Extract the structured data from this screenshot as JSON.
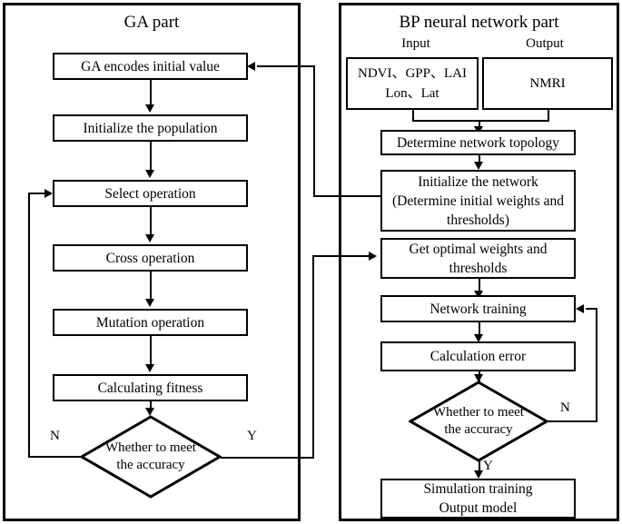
{
  "diagram": {
    "title": "GA-BP neural network flowchart",
    "panels": [
      {
        "id": "ga",
        "title": "GA part",
        "nodes": [
          {
            "id": "ga-encode",
            "label": "GA encodes initial value",
            "shape": "process"
          },
          {
            "id": "init-pop",
            "label": "Initialize the population",
            "shape": "process"
          },
          {
            "id": "select-op",
            "label": "Select operation",
            "shape": "process"
          },
          {
            "id": "cross-op",
            "label": "Cross operation",
            "shape": "process"
          },
          {
            "id": "mutation-op",
            "label": "Mutation operation",
            "shape": "process"
          },
          {
            "id": "calc-fitness",
            "label": "Calculating fitness",
            "shape": "process"
          },
          {
            "id": "ga-decision",
            "label": "Whether to meet the accuracy",
            "shape": "decision"
          }
        ],
        "branch_labels": {
          "no": "N",
          "yes": "Y"
        }
      },
      {
        "id": "bp",
        "title": "BP neural network part",
        "captions": {
          "input": "Input",
          "output": "Output"
        },
        "nodes": [
          {
            "id": "input-vars",
            "label": "NDVI、GPP、LAI\nLon、Lat",
            "shape": "process"
          },
          {
            "id": "output-var",
            "label": "NMRI",
            "shape": "process"
          },
          {
            "id": "determine-topology",
            "label": "Determine network topology",
            "shape": "process"
          },
          {
            "id": "init-network",
            "label": "Initialize the network\n(Determine initial weights and\nthresholds)",
            "shape": "process"
          },
          {
            "id": "get-optimal",
            "label": "Get optimal weights and\nthresholds",
            "shape": "process"
          },
          {
            "id": "network-training",
            "label": "Network training",
            "shape": "process"
          },
          {
            "id": "calculation-error",
            "label": "Calculation error",
            "shape": "process"
          },
          {
            "id": "bp-decision",
            "label": "Whether to meet the accuracy",
            "shape": "decision"
          },
          {
            "id": "simulation",
            "label": "Simulation training\nOutput model",
            "shape": "process"
          }
        ],
        "branch_labels": {
          "no": "N",
          "yes": "Y"
        }
      }
    ]
  },
  "ga": {
    "title": "GA part",
    "encode": "GA encodes initial value",
    "init_population": "Initialize the population",
    "select": "Select operation",
    "cross": "Cross operation",
    "mutation": "Mutation operation",
    "fitness": "Calculating fitness",
    "decision_line1": "Whether to meet",
    "decision_line2": "the accuracy",
    "label_n": "N",
    "label_y": "Y"
  },
  "bp": {
    "title": "BP neural network part",
    "caption_input": "Input",
    "caption_output": "Output",
    "input_line1": "NDVI、GPP、LAI",
    "input_line2": "Lon、Lat",
    "output_value": "NMRI",
    "topology": "Determine network topology",
    "init_network_line1": "Initialize the network",
    "init_network_line2": "(Determine initial weights and",
    "init_network_line3": "thresholds)",
    "get_optimal_line1": "Get optimal weights and",
    "get_optimal_line2": "thresholds",
    "training": "Network training",
    "error": "Calculation error",
    "decision_line1": "Whether to meet",
    "decision_line2": "the accuracy",
    "label_n": "N",
    "label_y": "Y",
    "simulation_line1": "Simulation training",
    "simulation_line2": "Output model"
  },
  "colors": {
    "stroke": "#000000",
    "background": "#ffffff"
  }
}
